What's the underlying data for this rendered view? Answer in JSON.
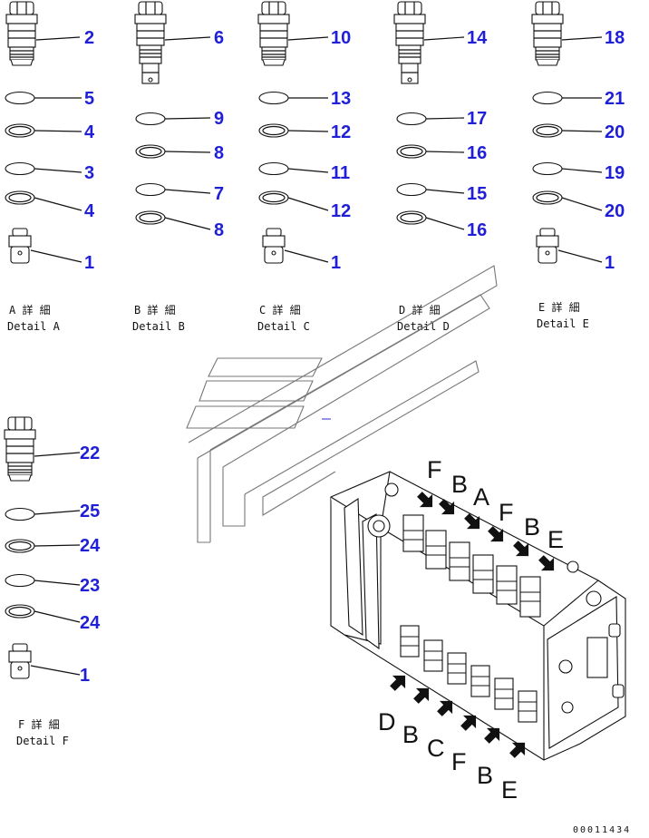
{
  "colors": {
    "callout": "#1f1fd6",
    "line": "#111111"
  },
  "groups": [
    {
      "id": "A",
      "caption_jp": "A 詳 細",
      "caption_en": "Detail A",
      "labels": [
        "2",
        "5",
        "4",
        "3",
        "4",
        "1"
      ]
    },
    {
      "id": "B",
      "caption_jp": "B 詳 細",
      "caption_en": "Detail B",
      "labels": [
        "6",
        "9",
        "8",
        "7",
        "8"
      ]
    },
    {
      "id": "C",
      "caption_jp": "C 詳 細",
      "caption_en": "Detail C",
      "labels": [
        "10",
        "13",
        "12",
        "11",
        "12",
        "1"
      ]
    },
    {
      "id": "D",
      "caption_jp": "D 詳 細",
      "caption_en": "Detail D",
      "labels": [
        "14",
        "17",
        "16",
        "15",
        "16"
      ]
    },
    {
      "id": "E",
      "caption_jp": "E 詳 細",
      "caption_en": "Detail E",
      "labels": [
        "18",
        "21",
        "20",
        "19",
        "20",
        "1"
      ]
    },
    {
      "id": "F",
      "caption_jp": "F 詳 細",
      "caption_en": "Detail F",
      "labels": [
        "22",
        "25",
        "24",
        "23",
        "24",
        "1"
      ]
    }
  ],
  "view_letters_top": [
    "F",
    "B",
    "A",
    "F",
    "B",
    "E"
  ],
  "view_letters_bottom": [
    "D",
    "B",
    "C",
    "F",
    "B",
    "E"
  ],
  "doc_number": "00011434"
}
